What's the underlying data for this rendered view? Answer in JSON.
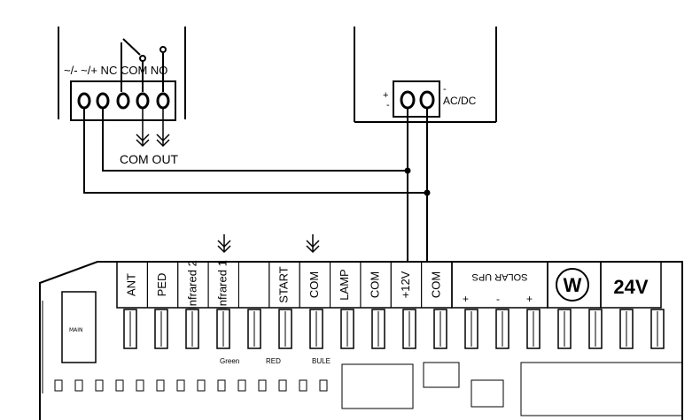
{
  "relay_module": {
    "terminal_label": "~/- ~/+ NC COM NO",
    "output_label": "COM OUT"
  },
  "power_supply": {
    "polarity_minus": "-",
    "polarity_plus": "+",
    "label": "AC/DC"
  },
  "controller_board": {
    "terminals": [
      {
        "label": "ANT",
        "rotated": true
      },
      {
        "label": "PED",
        "rotated": true
      },
      {
        "label": "Infrared 2",
        "rotated": true
      },
      {
        "label": "Infrared 1",
        "rotated": true
      },
      {
        "label": "",
        "rotated": true
      },
      {
        "label": "START",
        "rotated": true
      },
      {
        "label": "COM",
        "rotated": true
      },
      {
        "label": "LAMP",
        "rotated": true
      },
      {
        "label": "COM",
        "rotated": true
      },
      {
        "label": "+12V",
        "rotated": true
      },
      {
        "label": "COM",
        "rotated": true
      }
    ],
    "solar_label": "SOLAR UPS",
    "solar_signs": [
      "+",
      "-",
      "+"
    ],
    "motor_label": "W",
    "voltage_label": "24V",
    "led_labels": [
      "Green",
      "RED",
      "BULE"
    ]
  }
}
